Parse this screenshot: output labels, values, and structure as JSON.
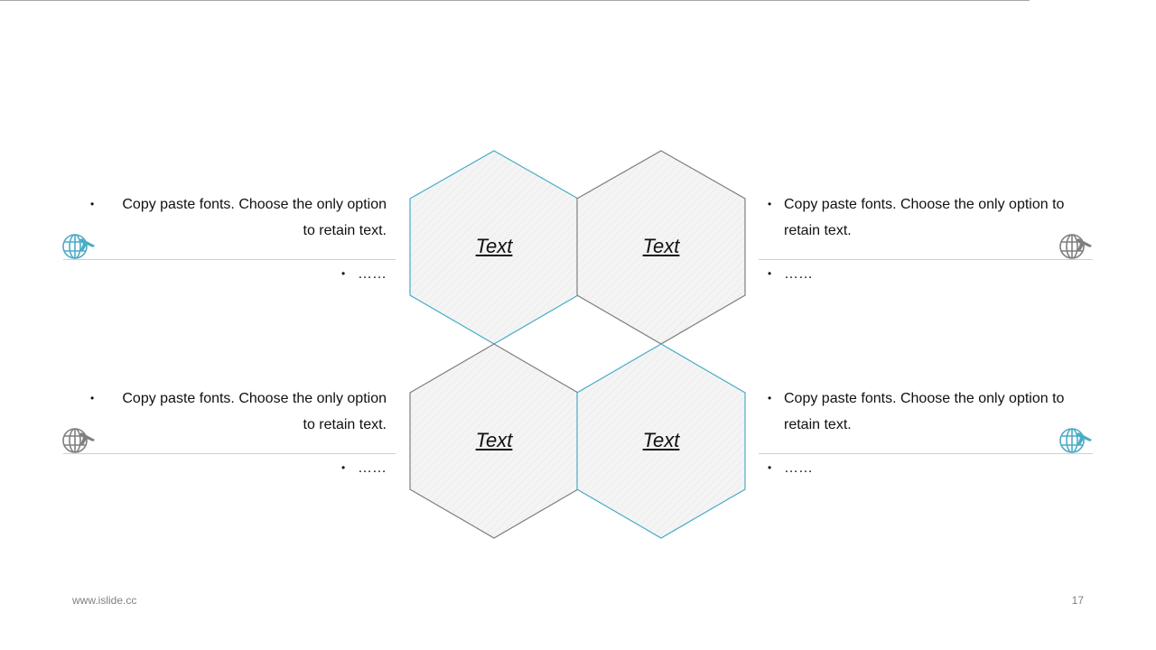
{
  "colors": {
    "accent": "#4bacc6",
    "neutral": "#7f7f7f",
    "hex_fill": "#f2f2f2",
    "rule": "#a6a6a6"
  },
  "hexagons": [
    {
      "label": "Text",
      "outline": "accent"
    },
    {
      "label": "Text",
      "outline": "neutral"
    },
    {
      "label": "Text",
      "outline": "neutral"
    },
    {
      "label": "Text",
      "outline": "accent"
    }
  ],
  "blocks": [
    {
      "main": "Copy paste fonts. Choose the only option to retain text.",
      "sub": "……",
      "icon": "globe-plane-icon",
      "icon_color": "accent"
    },
    {
      "main": "Copy paste fonts. Choose the only option to retain text.",
      "sub": "……",
      "icon": "globe-plane-icon",
      "icon_color": "neutral"
    },
    {
      "main": "Copy paste fonts. Choose the only option to retain text.",
      "sub": "……",
      "icon": "globe-plane-icon",
      "icon_color": "neutral"
    },
    {
      "main": "Copy paste fonts. Choose the only option to retain text.",
      "sub": "……",
      "icon": "globe-plane-icon",
      "icon_color": "accent"
    }
  ],
  "footer": {
    "url": "www.islide.cc",
    "page": "17"
  }
}
